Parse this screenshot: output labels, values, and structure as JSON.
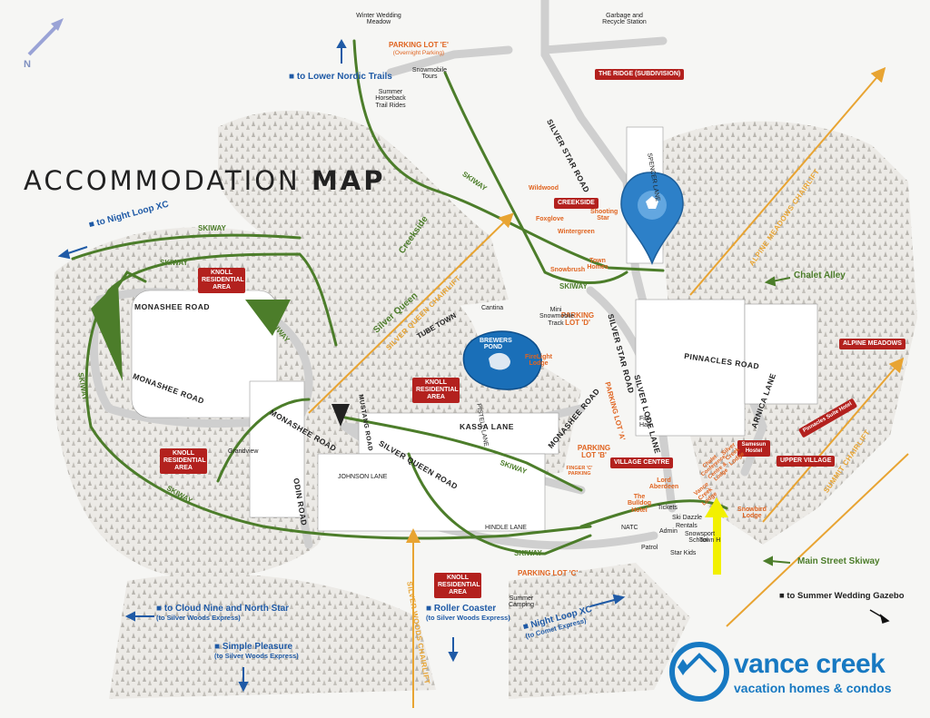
{
  "title": {
    "regular": "ACCOMMODATION ",
    "bold": "MAP"
  },
  "north": "N",
  "top_labels": {
    "winter_wedding": "Winter Wedding Meadow",
    "garbage": "Garbage and Recycle Station",
    "horseback": "Summer Horseback Trail Rides",
    "snowmobile": "Snowmobile Tours"
  },
  "subdivisions": {
    "ridge": "THE RIDGE (SUBDIVISION)",
    "creekside": "CREEKSIDE",
    "alpine_meadows": "ALPINE MEADOWS",
    "village_centre": "VILLAGE CENTRE",
    "upper_village": "UPPER VILLAGE",
    "knoll_1": "KNOLL RESIDENTIAL AREA",
    "knoll_2": "KNOLL RESIDENTIAL AREA",
    "knoll_3": "KNOLL RESIDENTIAL AREA",
    "knoll_4": "KNOLL RESIDENTIAL AREA"
  },
  "parking": {
    "e": "PARKING LOT 'E'",
    "e_sub": "(Overnight Parking)",
    "d": "PARKING LOT 'D'",
    "b": "PARKING LOT 'B'",
    "a": "PARKING LOT 'A'",
    "c": "PARKING LOT 'C'",
    "f": "FINGER 'C' PARKING"
  },
  "directions": {
    "lower_nordic": "to Lower Nordic Trails",
    "night_loop": "to Night Loop XC",
    "cloud_nine": "to Cloud Nine and North Star",
    "cloud_nine_sub": "(to Silver Woods Express)",
    "simple_pleasure": "Simple Pleasure",
    "simple_pleasure_sub": "(to Silver Woods Express)",
    "roller_coaster": "Roller Coaster",
    "roller_coaster_sub": "(to Silver Woods Express)",
    "night_loop_2": "Night Loop XC",
    "night_loop_2_sub": "(to Comet Express)",
    "summer_gazebo": "to Summer Wedding Gazebo"
  },
  "skiways": {
    "chalet_alley": "Chalet Alley",
    "main_street": "Main Street Skiway",
    "creekside": "Creekside",
    "silver_queen": "Silver Queen",
    "label": "SKIWAY"
  },
  "roads": {
    "silver_star": "SILVER STAR ROAD",
    "silver_star_2": "SILVER STAR ROAD",
    "pinnacles": "PINNACLES ROAD",
    "arnica": "ARNICA LANE",
    "silver_lode": "SILVER LODE LANE",
    "monashee": "MONASHEE ROAD",
    "monashee_2": "MONASHEE ROAD",
    "monashee_3": "MONASHEE ROAD",
    "monashee_4": "MONASHEE ROAD",
    "silver_queen_rd": "SILVER QUEEN ROAD",
    "kassa": "KASSA LANE",
    "odin": "ODIN ROAD",
    "mustang": "MUSTANG ROAD",
    "spencer": "SPENCER LANE",
    "johnson": "JOHNSON LANE",
    "pistell": "PISTELL LANE",
    "hindle": "HINDLE LANE"
  },
  "lifts": {
    "alpine_meadows": "ALPINE MEADOWS CHAIRLIFT",
    "silver_queen": "SILVER QUEEN CHAIRLIFT",
    "summit": "SUMMIT CHAIRLIFT",
    "silver_woods": "SILVER WOODS CHAIRLIFT"
  },
  "places": {
    "tube_town": "TUBE TOWN",
    "brewers_pond": "BREWERS POND",
    "fireLight": "FireLight Lodge",
    "cantina": "Cantina",
    "mini_snowmobile": "Mini Snowmobile Track",
    "wildwood": "Wildwood",
    "foxglove": "Foxglove",
    "wintergreen": "Wintergreen",
    "shooting_star": "Shooting Star",
    "snowbrush": "Snowbrush",
    "town_homes": "Town Homes",
    "grandview": "Grandview",
    "summer_camping": "Summer Camping",
    "fire_hall": "Fire Hall",
    "lord_aberdeen": "Lord Aberdeen",
    "bulldog": "The Bulldog Hotel",
    "vance_creek_lodge": "Vance Creek Lodge",
    "silver_creek": "Silver Creek Lodge",
    "chalet": "Chalet Conference Centre & Lodge",
    "snowbird": "Snowbird Lodge",
    "samesun": "Samesun Hostel",
    "pinnacles_hotel": "Pinnacles Suite Hotel",
    "tickets": "Tickets",
    "ski_dazzle": "Ski Dazzle",
    "rentals": "Rentals",
    "snowsport": "Snowsport School",
    "admin": "Admin",
    "town_hall": "Town H",
    "natc": "NATC",
    "patrol": "Patrol",
    "star_kids": "Star Kids"
  },
  "logo": {
    "main": "vance creek",
    "sub": "vacation homes & condos"
  },
  "colors": {
    "red": "#b3211e",
    "green": "#4c7d2a",
    "blue": "#1f5aa6",
    "orange": "#e06420",
    "lift": "#e8a432",
    "pond": "#1a6fb8",
    "marker": "#2d80c8",
    "highlight": "#f2f000"
  }
}
